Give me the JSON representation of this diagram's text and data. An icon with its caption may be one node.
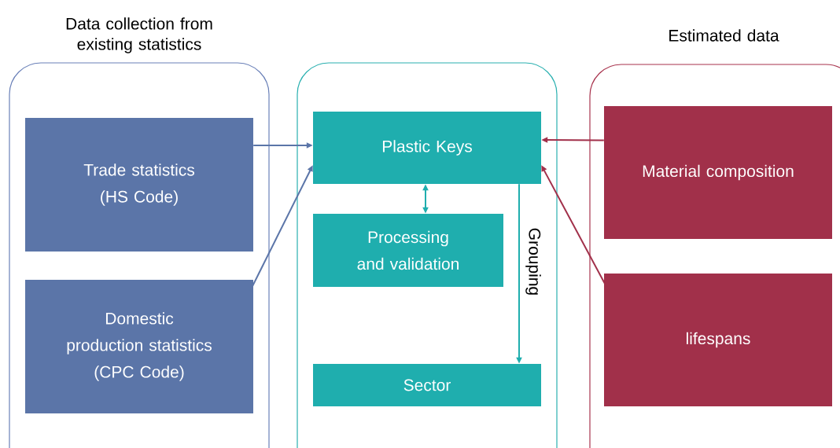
{
  "diagram": {
    "nodes": [
      {
        "text": [
          "Data collection from existing statistics"
        ]
      },
      {
        "text": [
          "Trade statistics (HS Code)"
        ],
        "in": 0
      },
      {
        "text": [
          "Domestic production statistics (CPC Code)"
        ],
        "in": 0
      },
      {
        "text": [],
        "shape": "box"
      },
      {
        "text": [
          "Plastic Keys"
        ],
        "in": 3
      },
      {
        "text": [
          "Processing and validation"
        ],
        "in": 3
      },
      {
        "text": [
          "Sector"
        ],
        "in": 3
      },
      {
        "text": [
          "Estimated data"
        ]
      },
      {
        "text": [
          "Material composition"
        ],
        "in": 7
      },
      {
        "text": [
          "lifespans"
        ],
        "in": 7
      }
    ],
    "edges": [
      {
        "from": 1,
        "to": 4,
        "arrow": "to",
        "color": "#5b75a8"
      },
      {
        "from": 2,
        "to": 4,
        "arrow": "to",
        "color": "#5b75a8"
      },
      {
        "from": 5,
        "to": 4,
        "arrow": "both",
        "color": "#1faeae"
      },
      {
        "from": 4,
        "to": 6,
        "arrow": "to",
        "label": "Grouping",
        "color": "#1faeae"
      },
      {
        "from": 8,
        "to": 4,
        "arrow": "to",
        "color": "#a1304a"
      },
      {
        "from": 9,
        "to": 4,
        "arrow": "to",
        "color": "#a1304a"
      }
    ]
  }
}
